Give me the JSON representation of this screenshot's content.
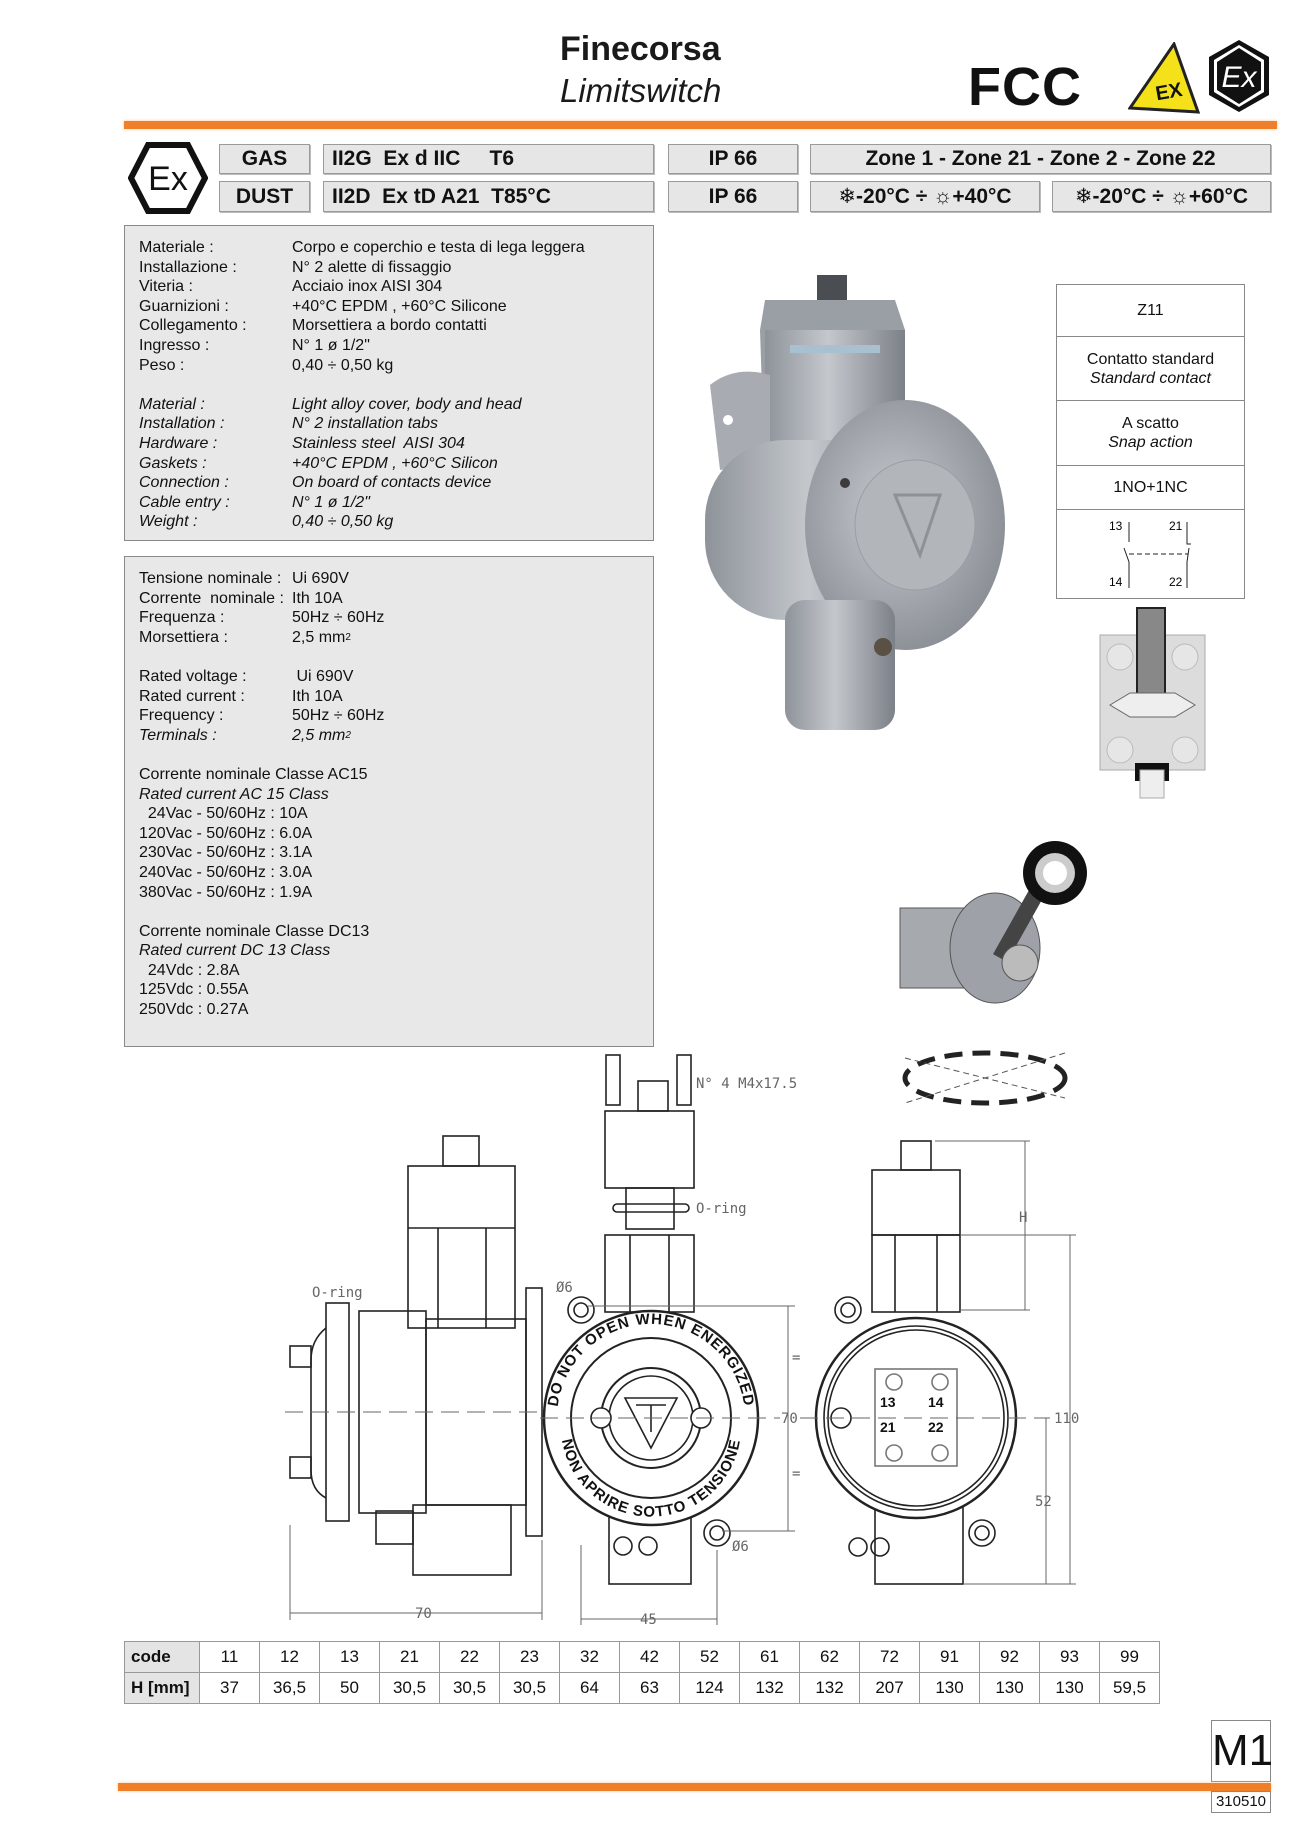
{
  "header": {
    "title": "Finecorsa",
    "subtitle": "Limitswitch",
    "product_code": "FCC",
    "warning_logo_text": "EX",
    "atex_logo_text": "Ex"
  },
  "colors": {
    "accent": "#f07f2a",
    "box_bg": "#e6e6e6",
    "warning_yellow": "#f5e11a"
  },
  "certification": {
    "logo_text": "Ex",
    "gas": {
      "label": "GAS",
      "marking": "II2G  Ex d IIC     T6",
      "ip": "IP 66",
      "zones": "Zone 1 - Zone 21 - Zone 2 - Zone 22"
    },
    "dust": {
      "label": "DUST",
      "marking": "II2D  Ex tD A21  T85°C",
      "ip": "IP 66"
    },
    "temp_ranges": [
      {
        "cold_icon": "snowflake-icon",
        "min": "-20°C ÷",
        "hot_icon": "sun-icon",
        "max": "+40°C"
      },
      {
        "cold_icon": "snowflake-icon",
        "min": "-20°C ÷",
        "hot_icon": "sun-icon",
        "max": "+60°C"
      }
    ]
  },
  "specs_it": [
    {
      "label": "Materiale :",
      "value": "Corpo e coperchio e testa di lega leggera"
    },
    {
      "label": "Installazione :",
      "value": "N° 2 alette di fissaggio"
    },
    {
      "label": "Viteria :",
      "value": "Acciaio inox AISI 304"
    },
    {
      "label": "Guarnizioni :",
      "value": "+40°C EPDM , +60°C Silicone"
    },
    {
      "label": "Collegamento :",
      "value": "Morsettiera a bordo contatti"
    },
    {
      "label": "Ingresso :",
      "value": "N° 1 ø 1/2\""
    },
    {
      "label": "Peso :",
      "value": "0,40 ÷ 0,50 kg"
    }
  ],
  "specs_en": [
    {
      "label": "Material :",
      "value": "Light alloy cover, body and head"
    },
    {
      "label": "Installation :",
      "value": "N° 2 installation tabs"
    },
    {
      "label": "Hardware :",
      "value": "Stainless steel  AISI 304"
    },
    {
      "label": "Gaskets :",
      "value": "+40°C EPDM , +60°C Silicon"
    },
    {
      "label": "Connection :",
      "value": "On board of contacts device"
    },
    {
      "label": "Cable entry :",
      "value": "N° 1 ø 1/2\""
    },
    {
      "label": "Weight :",
      "value": "0,40 ÷ 0,50 kg"
    }
  ],
  "electrical_it": [
    {
      "label": "Tensione nominale :",
      "value": "Ui 690V"
    },
    {
      "label": "Corrente  nominale :",
      "value": "Ith 10A"
    },
    {
      "label": "Frequenza :",
      "value": "50Hz ÷ 60Hz"
    },
    {
      "label": "Morsettiera :",
      "value": "2,5 mm",
      "sup": "2"
    }
  ],
  "electrical_en": [
    {
      "label": "Rated voltage :",
      "value": " Ui 690V"
    },
    {
      "label": "Rated current :",
      "value": "Ith 10A"
    },
    {
      "label": "Frequency :",
      "value": "50Hz ÷ 60Hz"
    },
    {
      "label": "Terminals :",
      "value": "2,5 mm",
      "sup": "2"
    }
  ],
  "ac15": {
    "title_it": "Corrente nominale Classe AC15",
    "title_en": "Rated current AC 15 Class",
    "rows": [
      "  24Vac - 50/60Hz : 10A",
      "120Vac - 50/60Hz : 6.0A",
      "230Vac - 50/60Hz : 3.1A",
      "240Vac - 50/60Hz : 3.0A",
      "380Vac - 50/60Hz : 1.9A"
    ]
  },
  "dc13": {
    "title_it": "Corrente nominale Classe DC13",
    "title_en": "Rated current DC 13 Class",
    "rows": [
      "  24Vdc : 2.8A",
      "125Vdc : 0.55A",
      "250Vdc : 0.27A"
    ]
  },
  "contact_table": {
    "model": "Z11",
    "type_it": "Contatto standard",
    "type_en": "Standard contact",
    "action_it": "A scatto",
    "action_en": "Snap action",
    "config": "1NO+1NC",
    "terminals": [
      "13",
      "14",
      "21",
      "22"
    ]
  },
  "drawing": {
    "oring": "O-ring",
    "screws": "N° 4  M4x17.5",
    "hole": "Ø6",
    "dim_width_side": "70",
    "dim_width_front": "45",
    "dim_height_front": "70",
    "equal": "=",
    "dim_h": "H",
    "dim_total": "110",
    "dim_axis": "52",
    "warning_en": "DO NOT OPEN WHEN ENERGIZED",
    "warning_it": "NON APRIRE SOTTO TENSIONE",
    "terminals": [
      "13",
      "14",
      "21",
      "22"
    ]
  },
  "h_table": {
    "code_label": "code",
    "h_label": "H [mm]",
    "codes": [
      "11",
      "12",
      "13",
      "21",
      "22",
      "23",
      "32",
      "42",
      "52",
      "61",
      "62",
      "72",
      "91",
      "92",
      "93",
      "99"
    ],
    "h_mm": [
      "37",
      "36,5",
      "50",
      "30,5",
      "30,5",
      "30,5",
      "64",
      "63",
      "124",
      "132",
      "132",
      "207",
      "130",
      "130",
      "130",
      "59,5"
    ]
  },
  "footer": {
    "section": "M1",
    "doc_code": "310510"
  }
}
